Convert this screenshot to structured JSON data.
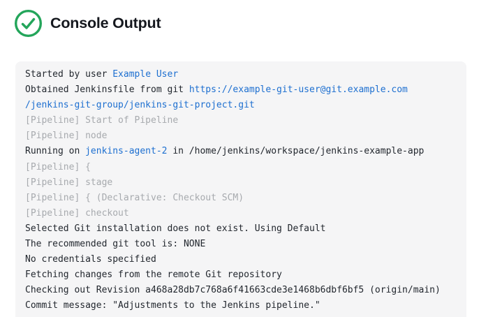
{
  "header": {
    "title": "Console Output",
    "status_icon": "check-circle-success",
    "status_color": "#23a55a"
  },
  "colors": {
    "panel_background": "#f5f5f6",
    "text": "#22272e",
    "muted_pipeline_text": "#a7aaae",
    "link": "#1d6fd0",
    "success_green": "#23a55a",
    "title_text": "#15181e"
  },
  "console": {
    "lines": [
      {
        "segments": [
          {
            "type": "text",
            "text": "Started by user "
          },
          {
            "type": "link",
            "text": "Example User"
          }
        ]
      },
      {
        "segments": [
          {
            "type": "text",
            "text": "Obtained Jenkinsfile from git "
          },
          {
            "type": "link",
            "text": "https://example-git-user@git.example.com"
          }
        ]
      },
      {
        "segments": [
          {
            "type": "link",
            "text": "/jenkins-git-group/jenkins-git-project.git"
          }
        ]
      },
      {
        "segments": [
          {
            "type": "muted",
            "text": "[Pipeline] Start of Pipeline"
          }
        ]
      },
      {
        "segments": [
          {
            "type": "muted",
            "text": "[Pipeline] node"
          }
        ]
      },
      {
        "segments": [
          {
            "type": "text",
            "text": "Running on "
          },
          {
            "type": "link",
            "text": "jenkins-agent-2"
          },
          {
            "type": "text",
            "text": " in /home/jenkins/workspace/jenkins-example-app"
          }
        ]
      },
      {
        "segments": [
          {
            "type": "muted",
            "text": "[Pipeline] {"
          }
        ]
      },
      {
        "segments": [
          {
            "type": "muted",
            "text": "[Pipeline] stage"
          }
        ]
      },
      {
        "segments": [
          {
            "type": "muted",
            "text": "[Pipeline] { (Declarative: Checkout SCM)"
          }
        ]
      },
      {
        "segments": [
          {
            "type": "muted",
            "text": "[Pipeline] checkout"
          }
        ]
      },
      {
        "segments": [
          {
            "type": "text",
            "text": "Selected Git installation does not exist. Using Default"
          }
        ]
      },
      {
        "segments": [
          {
            "type": "text",
            "text": "The recommended git tool is: NONE"
          }
        ]
      },
      {
        "segments": [
          {
            "type": "text",
            "text": "No credentials specified"
          }
        ]
      },
      {
        "segments": [
          {
            "type": "text",
            "text": "Fetching changes from the remote Git repository"
          }
        ]
      },
      {
        "segments": [
          {
            "type": "text",
            "text": "Checking out Revision a468a28db7c768a6f41663cde3e1468b6dbf6bf5 (origin/main)"
          }
        ]
      },
      {
        "segments": [
          {
            "type": "text",
            "text": "Commit message: \"Adjustments to the Jenkins pipeline.\""
          }
        ]
      }
    ]
  }
}
